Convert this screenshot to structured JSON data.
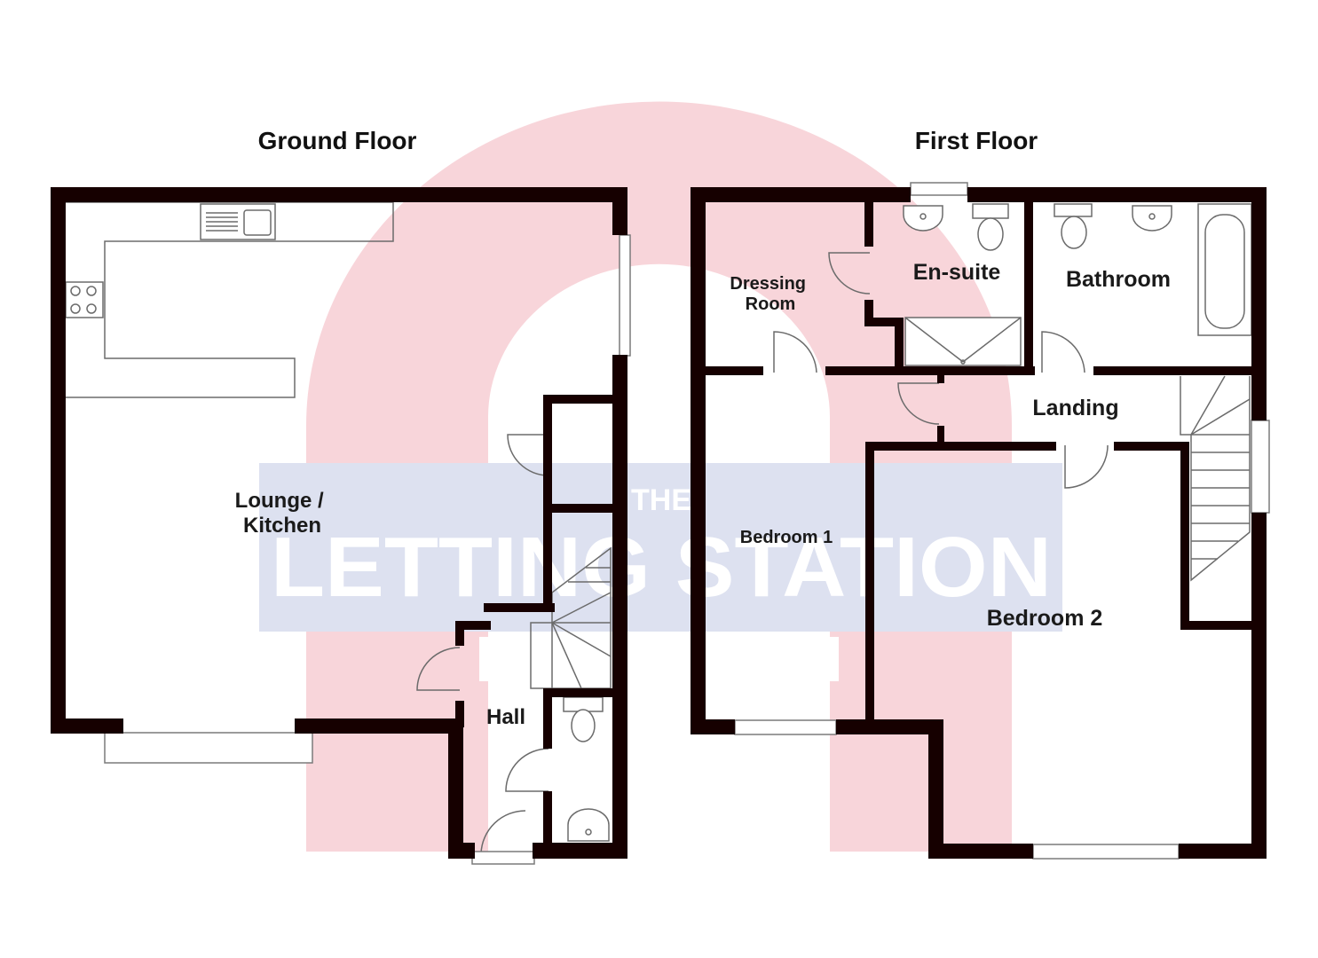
{
  "floors": [
    {
      "title": "Ground Floor"
    },
    {
      "title": "First Floor"
    }
  ],
  "rooms": {
    "lounge_kitchen": [
      "Lounge /",
      "Kitchen"
    ],
    "hall": "Hall",
    "dressing_room": [
      "Dressing",
      "Room"
    ],
    "en_suite": "En-suite",
    "bathroom": "Bathroom",
    "landing": "Landing",
    "bedroom_1": "Bedroom 1",
    "bedroom_2": "Bedroom 2"
  },
  "watermark": {
    "line1": "THE",
    "line2": "LETTING STATION",
    "colors": {
      "arch": "#f8d5da",
      "band": "#dde1f0"
    }
  },
  "colors": {
    "wall": "#160000",
    "fixture": "#6b6b6b",
    "background": "#ffffff"
  }
}
